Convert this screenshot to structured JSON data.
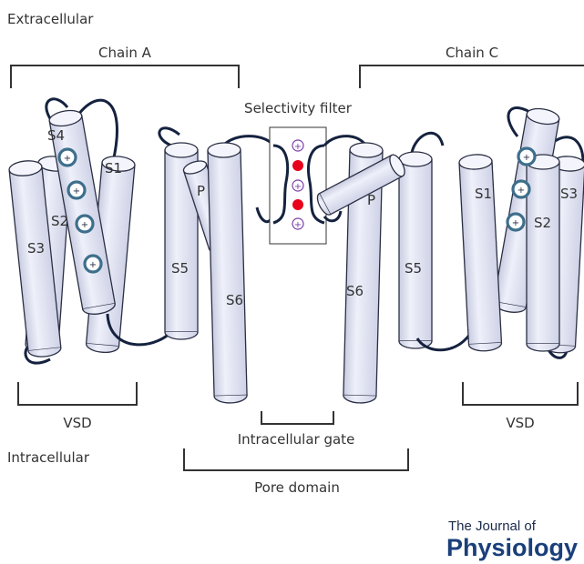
{
  "labels": {
    "extracellular": "Extracellular",
    "intracellular": "Intracellular",
    "chain_a": "Chain A",
    "chain_c": "Chain C",
    "selectivity_filter": "Selectivity filter",
    "vsd_left": "VSD",
    "vsd_right": "VSD",
    "intracellular_gate": "Intracellular gate",
    "pore_domain": "Pore domain"
  },
  "segments": {
    "left": {
      "s1": "S1",
      "s2": "S2",
      "s3": "S3",
      "s4": "S4",
      "s5": "S5",
      "s6": "S6",
      "p": "P"
    },
    "right": {
      "s1": "S1",
      "s2": "S2",
      "s3": "S3",
      "s5": "S5",
      "s6": "S6",
      "p": "P"
    }
  },
  "symbols": {
    "charge": "+"
  },
  "branding": {
    "line1": "The Journal of",
    "line2": "Physiology"
  },
  "colors": {
    "helix_fill": "#e4e6f4",
    "helix_stroke": "#2a2f44",
    "loop": "#15223f",
    "gating_ring": "#3d6f8c",
    "ion": "#e8001c",
    "permeant_ring": "#7a3fa8"
  }
}
